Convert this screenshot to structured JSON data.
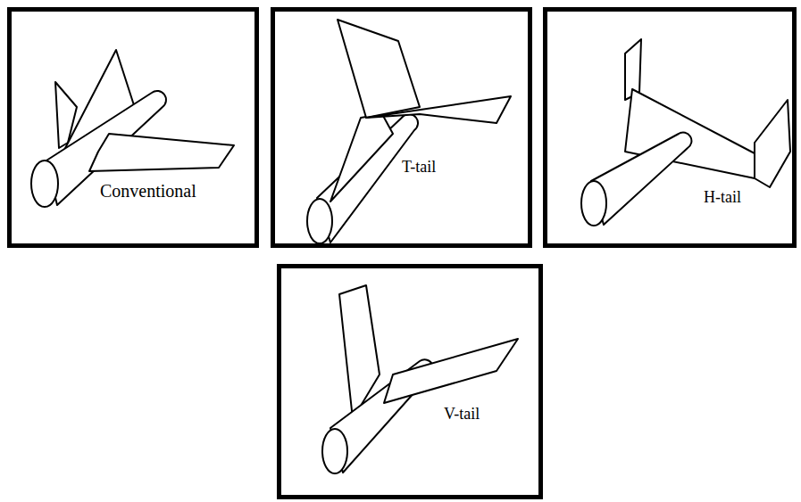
{
  "diagram": {
    "nodes": [
      {
        "text": [
          "Conventional"
        ]
      },
      {
        "text": [
          "T-tail"
        ]
      },
      {
        "text": [
          "H-tail"
        ]
      },
      {
        "text": [
          "V-tail"
        ]
      }
    ]
  }
}
